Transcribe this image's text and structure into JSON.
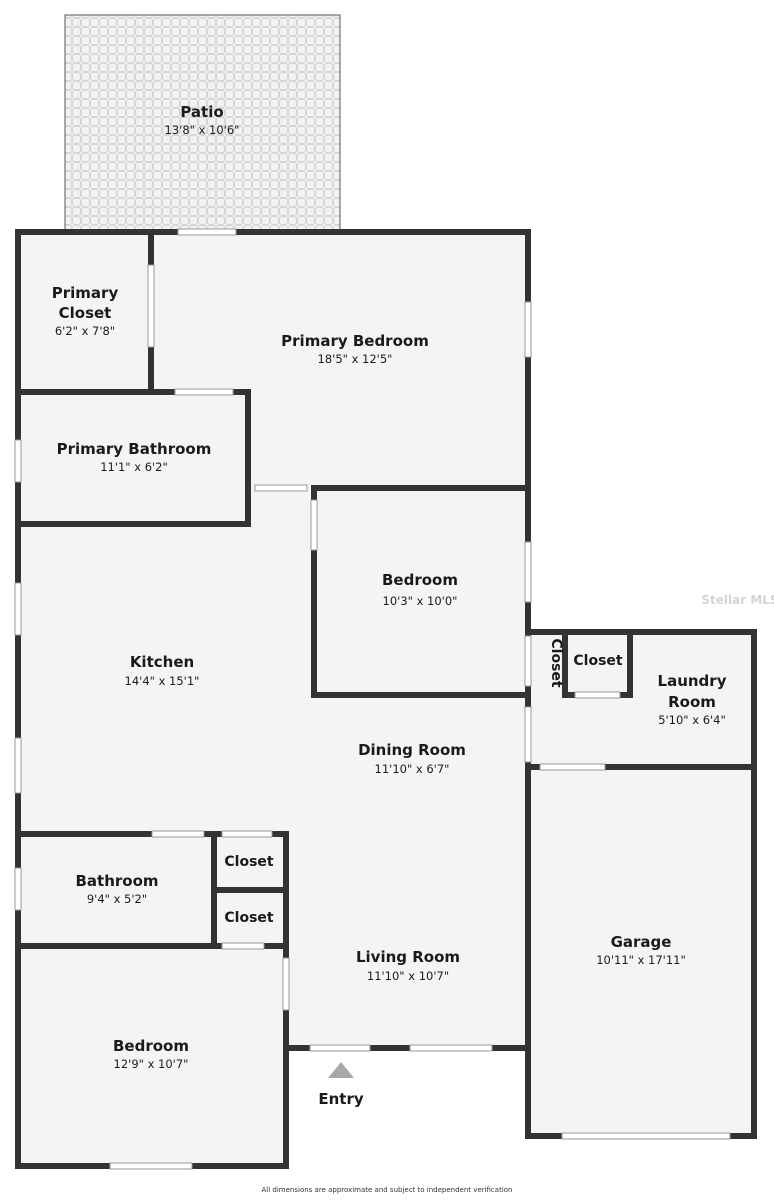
{
  "rooms": {
    "patio": {
      "name": "Patio",
      "dim": "13'8\" x 10'6\""
    },
    "primary_closet": {
      "name_line1": "Primary",
      "name_line2": "Closet",
      "dim": "6'2\" x 7'8\""
    },
    "primary_bedroom": {
      "name": "Primary Bedroom",
      "dim": "18'5\" x 12'5\""
    },
    "primary_bathroom": {
      "name": "Primary Bathroom",
      "dim": "11'1\" x 6'2\""
    },
    "bedroom_2": {
      "name": "Bedroom",
      "dim": "10'3\" x 10'0\""
    },
    "kitchen": {
      "name": "Kitchen",
      "dim": "14'4\" x 15'1\""
    },
    "closet_vertical": {
      "name": "Closet"
    },
    "closet_hall": {
      "name": "Closet"
    },
    "laundry_room": {
      "name_line1": "Laundry",
      "name_line2": "Room",
      "dim": "5'10\" x 6'4\""
    },
    "dining_room": {
      "name": "Dining Room",
      "dim": "11'10\" x 6'7\""
    },
    "closet_1": {
      "name": "Closet"
    },
    "closet_2": {
      "name": "Closet"
    },
    "bathroom": {
      "name": "Bathroom",
      "dim": "9'4\" x 5'2\""
    },
    "living_room": {
      "name": "Living Room",
      "dim": "11'10\" x 10'7\""
    },
    "garage": {
      "name": "Garage",
      "dim": "10'11\" x 17'11\""
    },
    "bedroom_3": {
      "name": "Bedroom",
      "dim": "12'9\" x 10'7\""
    }
  },
  "entry_label": "Entry",
  "watermark": "Stellar MLS",
  "footnote": "All dimensions are approximate and subject to independent verification",
  "colors": {
    "wall": "#333333",
    "floor": "#f4f4f4",
    "patio_grid": "#d8d8d8",
    "window": "#ffffff",
    "entry_arrow": "#a8a8a8"
  }
}
